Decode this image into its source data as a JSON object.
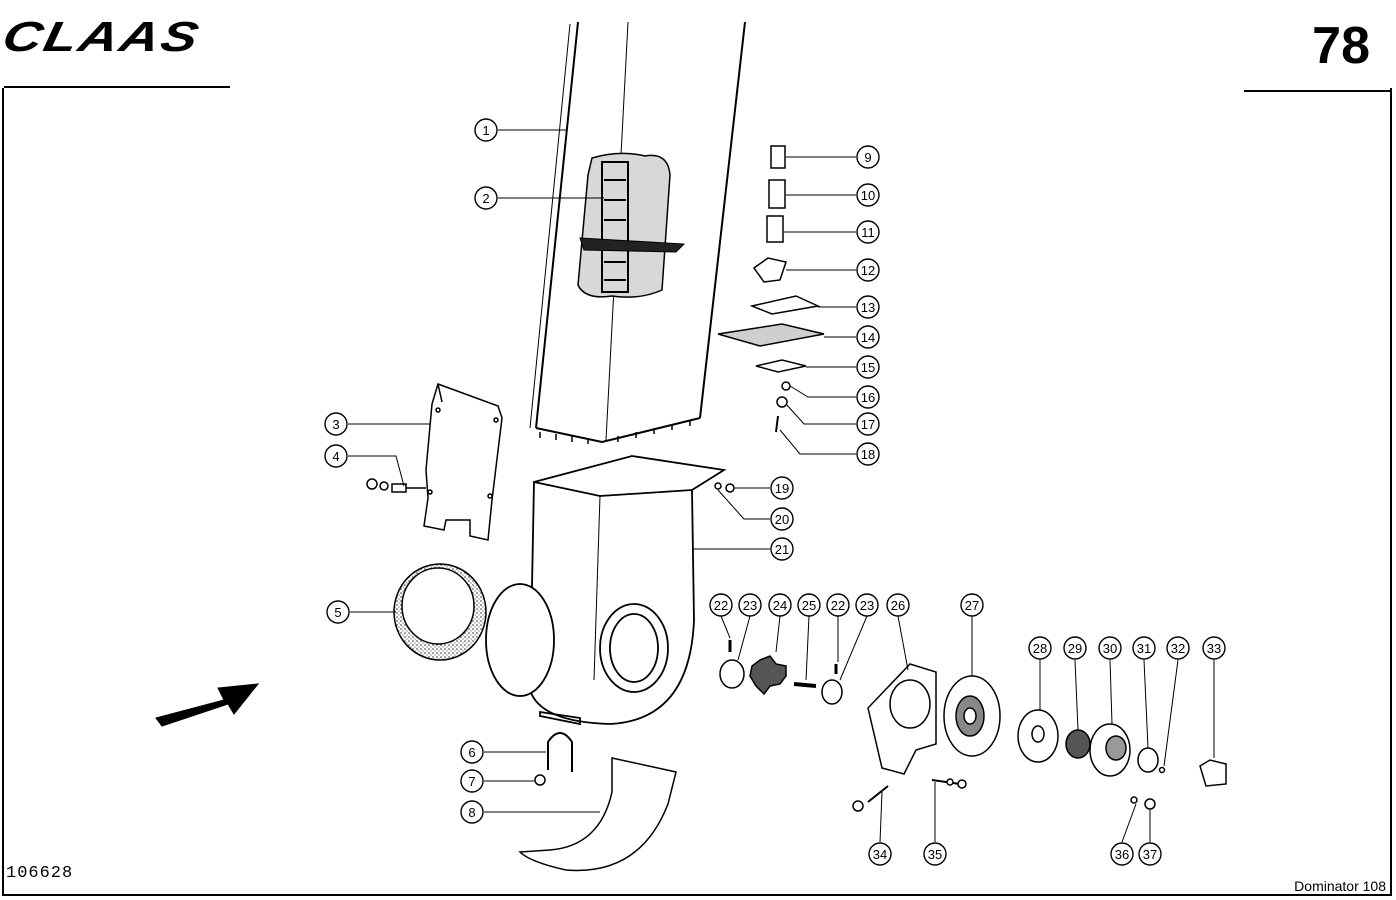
{
  "header": {
    "brand": "CLAAS",
    "page_number": "78"
  },
  "footer": {
    "reference_code": "106628",
    "model": "Dominator 108"
  },
  "callouts": [
    "1",
    "2",
    "3",
    "4",
    "5",
    "6",
    "7",
    "8",
    "9",
    "10",
    "11",
    "12",
    "13",
    "14",
    "15",
    "16",
    "17",
    "18",
    "19",
    "20",
    "21",
    "22",
    "23",
    "24",
    "25",
    "22",
    "23",
    "26",
    "27",
    "28",
    "29",
    "30",
    "31",
    "32",
    "33",
    "34",
    "35",
    "36",
    "37"
  ],
  "colors": {
    "ink": "#000000",
    "paper": "#ffffff",
    "shade": "#9a9a9a"
  }
}
